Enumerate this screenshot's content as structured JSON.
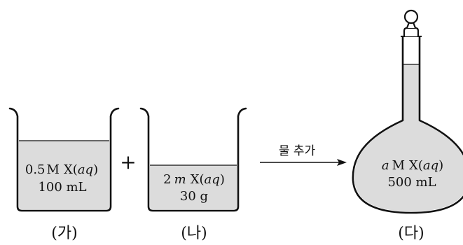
{
  "containers": [
    {
      "label": "(가)",
      "line1": {
        "value": "0.5",
        "unit": "M",
        "species": "X",
        "state": "aq"
      },
      "line2": "100 mL"
    },
    {
      "label": "(나)",
      "line1": {
        "value": "2",
        "unit": "m",
        "species": "X",
        "state": "aq"
      },
      "line2": "30 g"
    },
    {
      "label": "(다)",
      "line1": {
        "value": "a",
        "unit": "M",
        "species": "X",
        "state": "aq"
      },
      "line2": "500 mL"
    }
  ],
  "plus_sign": "+",
  "arrow_label": "물 추가",
  "colors": {
    "solution": "#dcdcdc",
    "outline": "#111111"
  }
}
